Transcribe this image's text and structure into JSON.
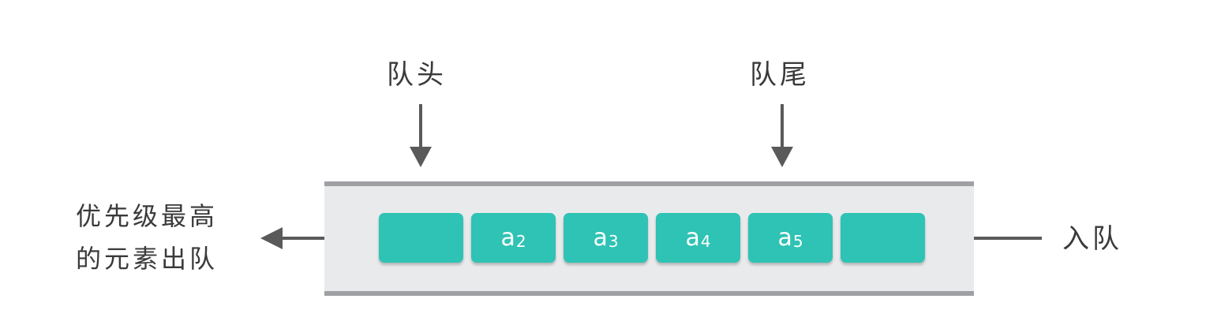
{
  "labels": {
    "head": "队头",
    "tail": "队尾",
    "enqueue": "入队",
    "dequeue_line1": "优先级最高",
    "dequeue_line2": "的元素出队"
  },
  "queue": {
    "cells": [
      {
        "base": "",
        "sub": ""
      },
      {
        "base": "a",
        "sub": "2"
      },
      {
        "base": "a",
        "sub": "3"
      },
      {
        "base": "a",
        "sub": "4"
      },
      {
        "base": "a",
        "sub": "5"
      },
      {
        "base": "",
        "sub": ""
      }
    ]
  },
  "colors": {
    "cell": "#2ec3b4",
    "track": "#e9eaec",
    "rail": "#9ea0a3",
    "arrow": "#5a5a5a",
    "text": "#3a3a3a"
  }
}
